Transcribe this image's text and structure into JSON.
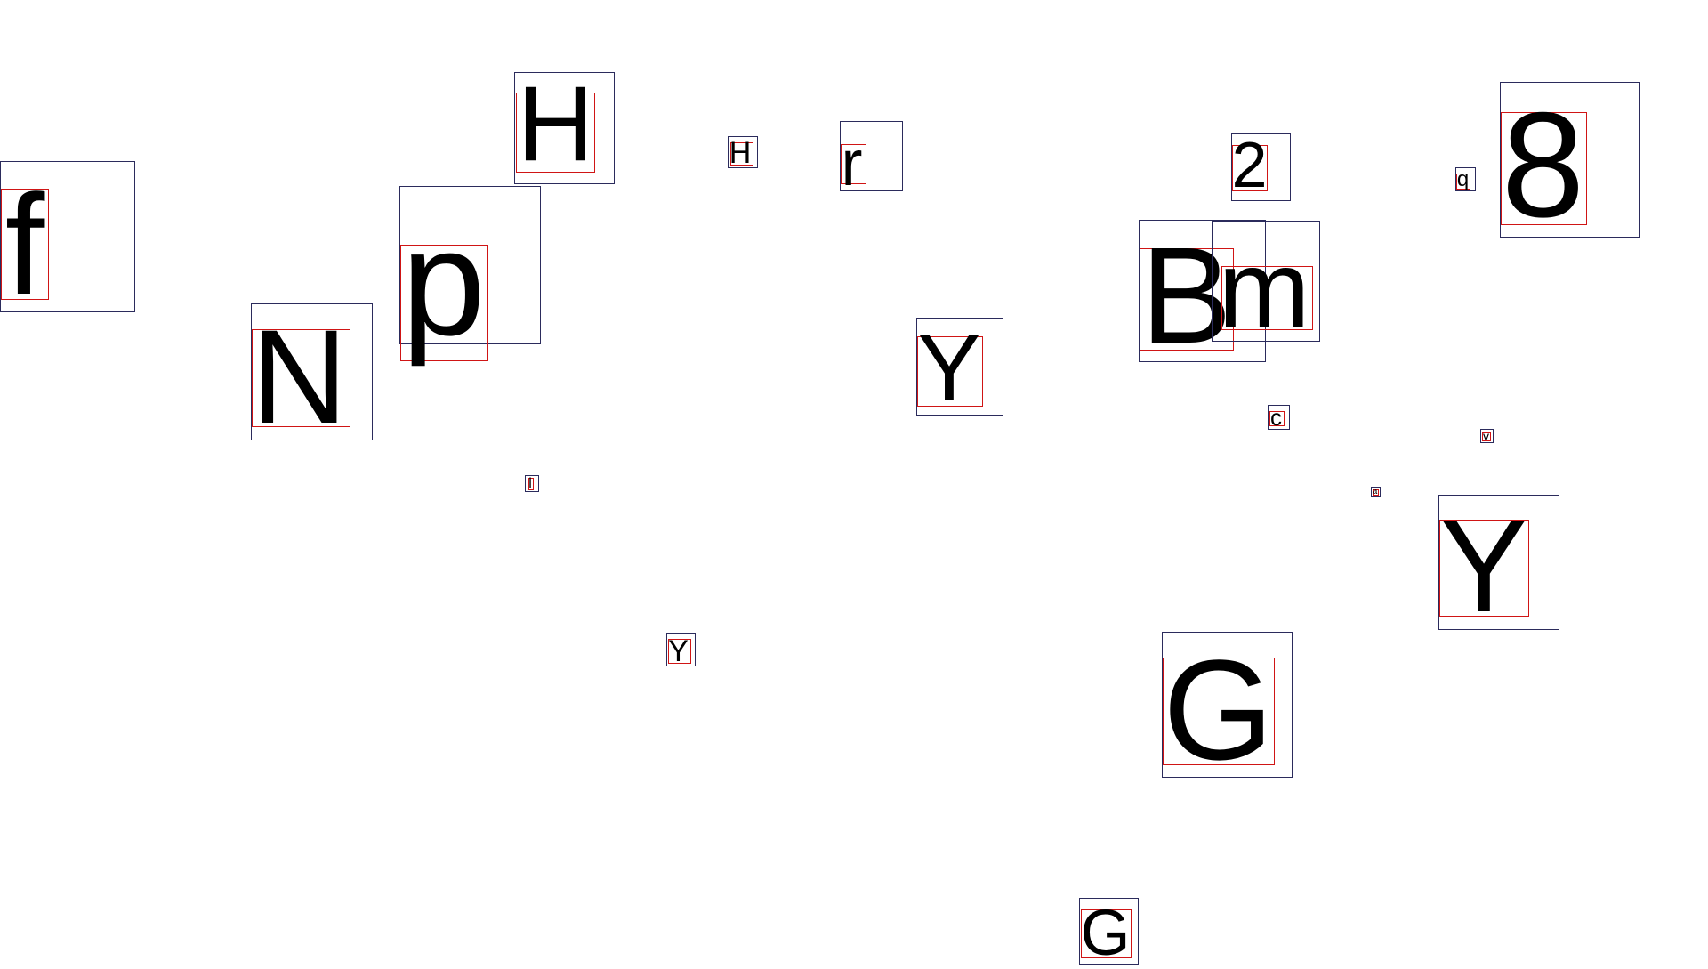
{
  "glyphs": [
    {
      "char": "f"
    },
    {
      "char": "H"
    },
    {
      "char": "p"
    },
    {
      "char": "N"
    },
    {
      "char": "H"
    },
    {
      "char": "r"
    },
    {
      "char": "Y"
    },
    {
      "char": "l"
    },
    {
      "char": "Y"
    },
    {
      "char": "2"
    },
    {
      "char": "B"
    },
    {
      "char": "m"
    },
    {
      "char": "c"
    },
    {
      "char": "q"
    },
    {
      "char": "8"
    },
    {
      "char": "v"
    },
    {
      "char": "a"
    },
    {
      "char": "Y"
    },
    {
      "char": "G"
    },
    {
      "char": "G"
    }
  ]
}
